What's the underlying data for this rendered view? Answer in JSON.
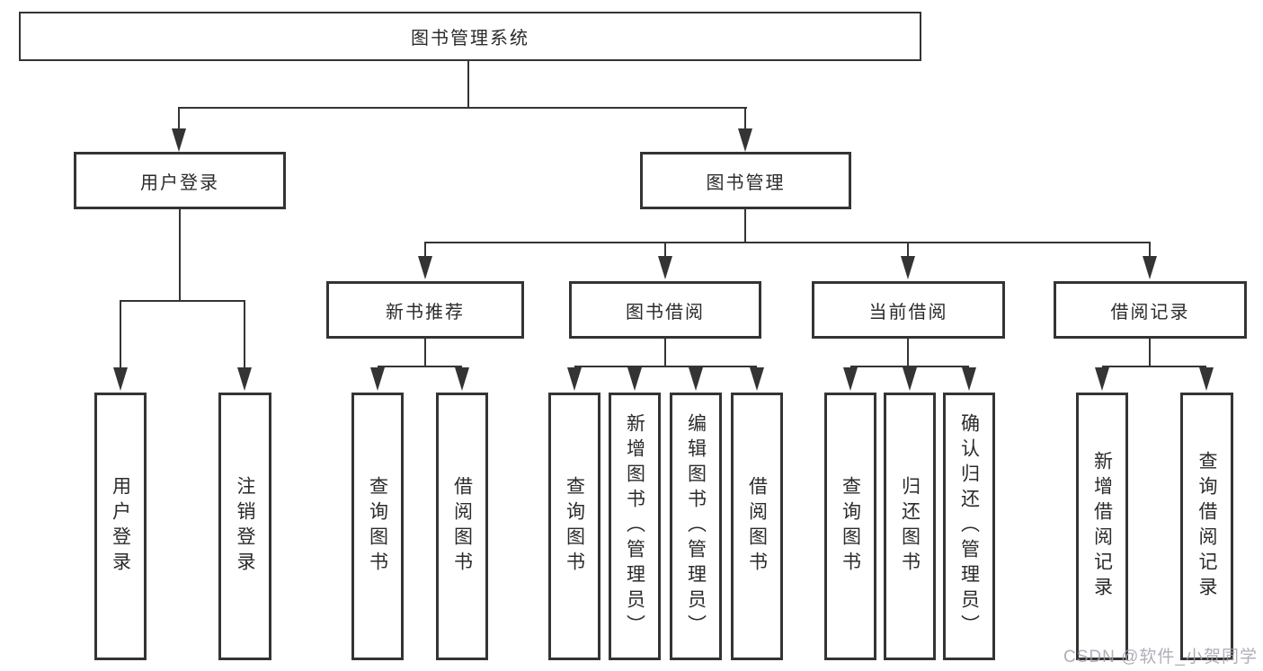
{
  "tree": {
    "title": "图书管理系统",
    "branches": [
      {
        "label": "用户登录",
        "children": [
          {
            "label": "用户登录"
          },
          {
            "label": "注销登录"
          }
        ]
      },
      {
        "label": "图书管理",
        "children": [
          {
            "label": "新书推荐",
            "children": [
              {
                "label": "查询图书"
              },
              {
                "label": "借阅图书"
              }
            ]
          },
          {
            "label": "图书借阅",
            "children": [
              {
                "label": "查询图书"
              },
              {
                "label": "新增图书（管理员）"
              },
              {
                "label": "编辑图书（管理员）"
              },
              {
                "label": "借阅图书"
              }
            ]
          },
          {
            "label": "当前借阅",
            "children": [
              {
                "label": "查询图书"
              },
              {
                "label": "归还图书"
              },
              {
                "label": "确认归还（管理员）"
              }
            ]
          },
          {
            "label": "借阅记录",
            "children": [
              {
                "label": "新增借阅记录"
              },
              {
                "label": "查询借阅记录"
              }
            ]
          }
        ]
      }
    ]
  },
  "watermark": {
    "text": "CSDN @软件_小贺同学",
    "color": "#9ea2aa"
  },
  "colors": {
    "line": "#343434",
    "text": "#2b2b2b",
    "background": "#ffffff"
  }
}
